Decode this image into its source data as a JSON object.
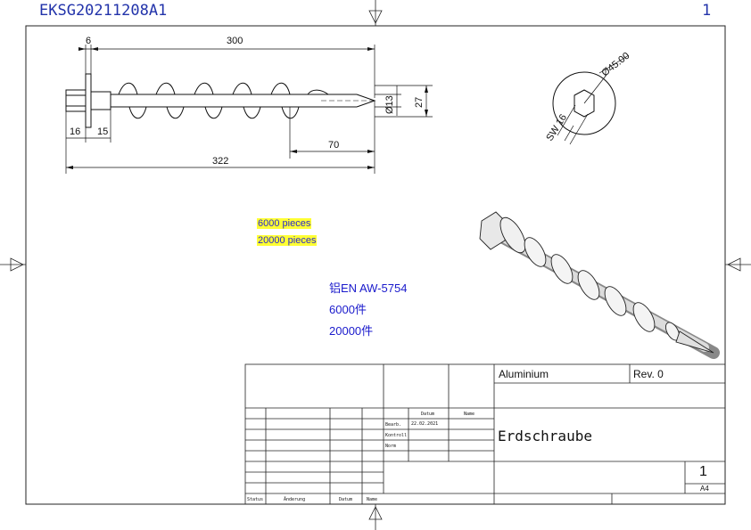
{
  "header": {
    "doc_id": "EKSG20211208A1",
    "page_number": "1"
  },
  "dimensions": {
    "flange": "6",
    "length_total_top": "300",
    "shank": "16",
    "head": "15",
    "overall": "322",
    "tip_span": "70",
    "diameter_core": "Ø13",
    "diameter_outer": "27",
    "head_diameter": "Ø45.00",
    "socket_sw": "SW 16"
  },
  "notes": {
    "highlight_line1": "6000 pieces",
    "highlight_line2": "20000 pieces",
    "material_cn": "铝EN AW-5754",
    "qty1_cn": "6000件",
    "qty2_cn": "20000件"
  },
  "title_block": {
    "material": "Aluminium",
    "revision": "Rev. 0",
    "title": "Erdschraube",
    "sheet": "1",
    "format": "A4",
    "col_datum": "Datum",
    "col_name": "Name",
    "row_bearb": "Bearb.",
    "row_kontroll": "Kontroll",
    "row_norm": "Norm",
    "date": "22.02.2021",
    "footer_status": "Status",
    "footer_aenderung": "Änderung",
    "footer_datum": "Datum",
    "footer_name": "Name"
  }
}
